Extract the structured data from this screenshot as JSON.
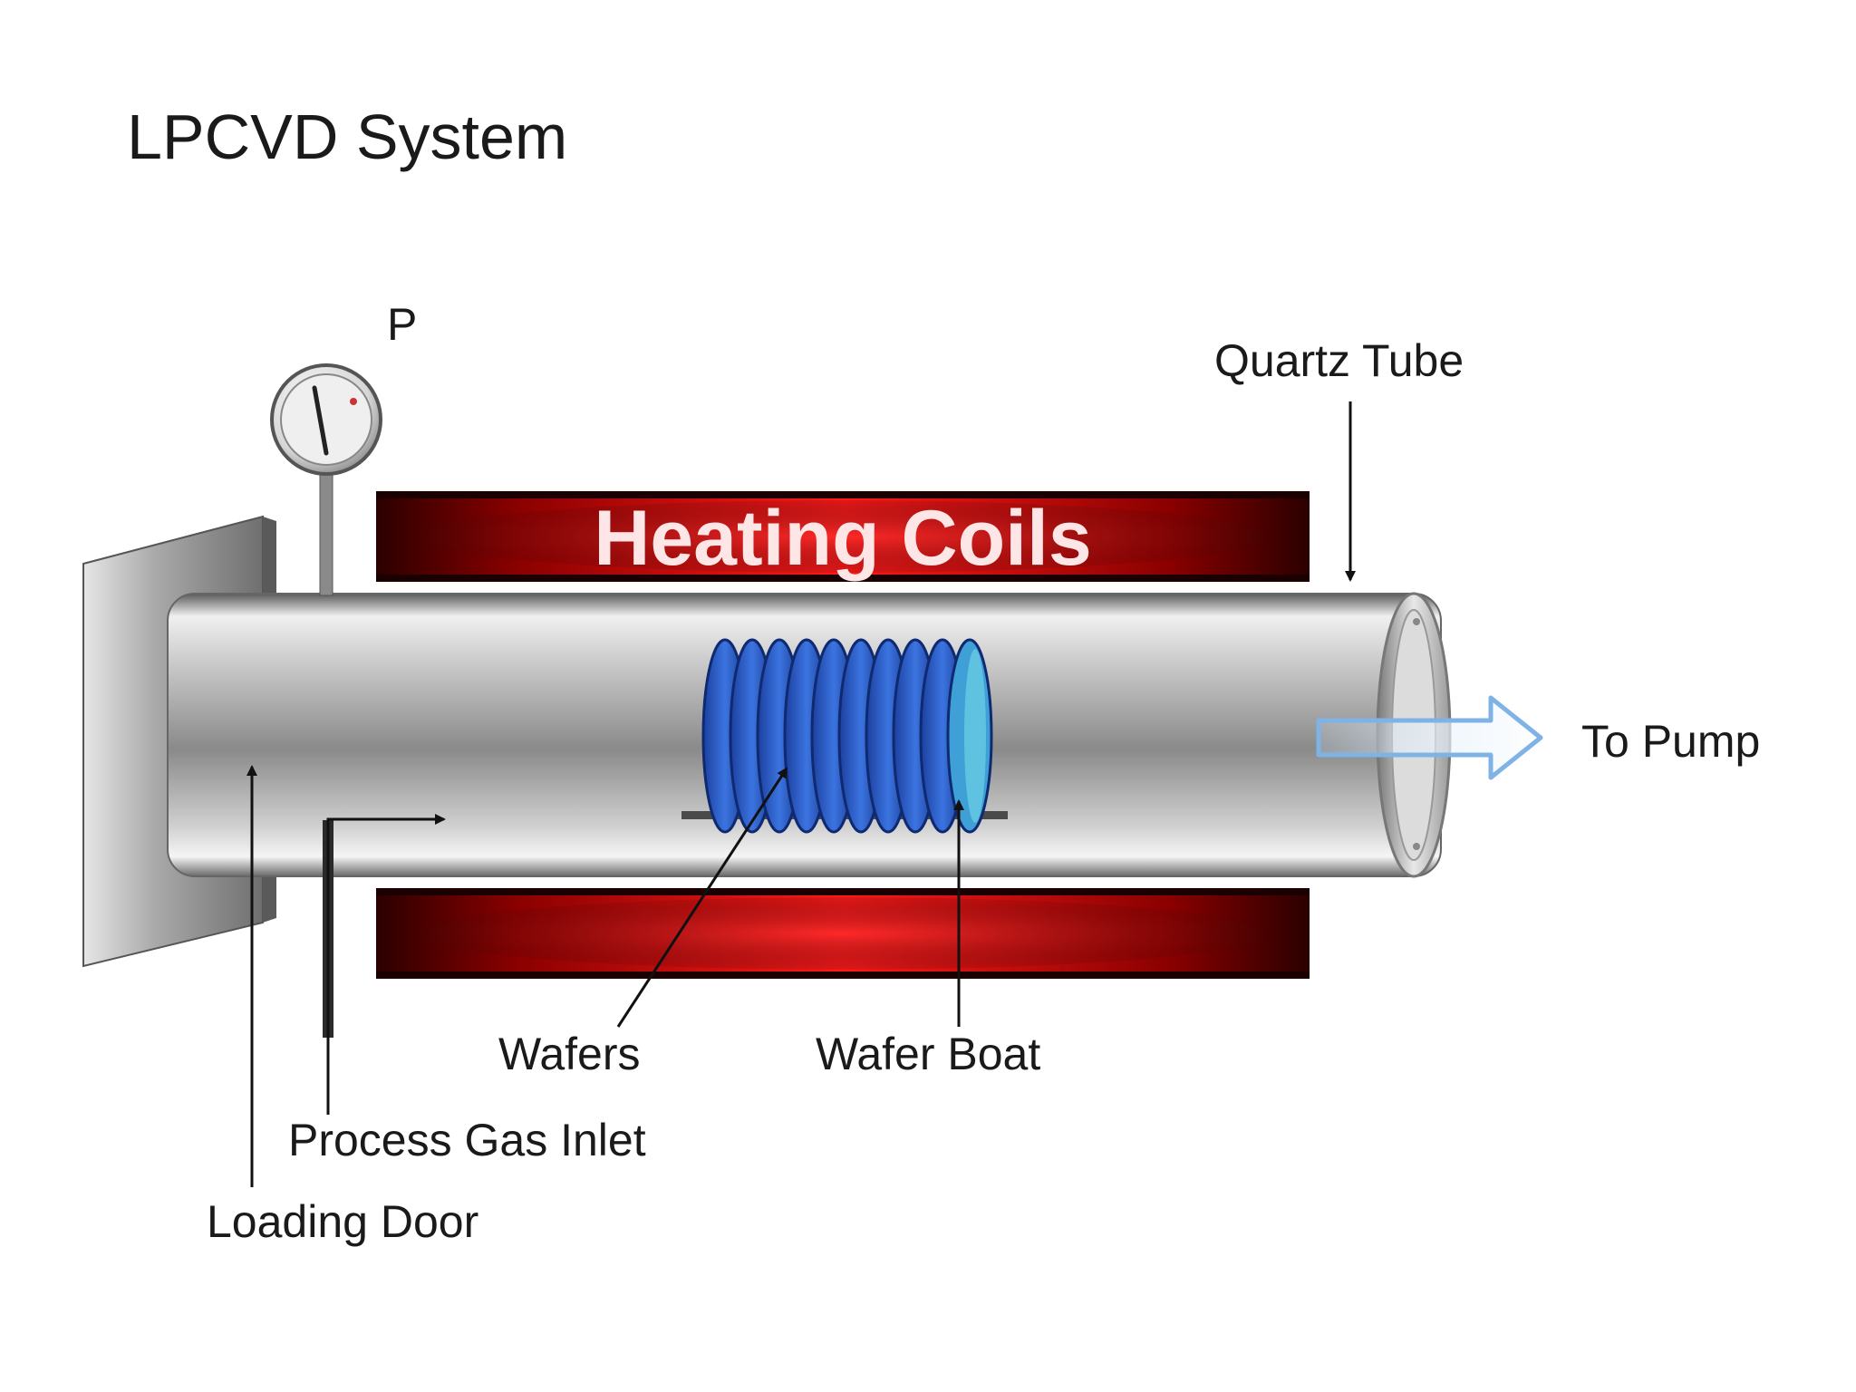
{
  "diagram": {
    "title": "LPCVD System",
    "gauge_label": "P",
    "labels": {
      "heating_coils": "Heating Coils",
      "quartz_tube": "Quartz Tube",
      "to_pump": "To Pump",
      "wafers": "Wafers",
      "wafer_boat": "Wafer Boat",
      "process_gas_inlet": "Process Gas Inlet",
      "loading_door": "Loading Door"
    },
    "colors": {
      "coil_red": "#e00000",
      "coil_dark": "#3a0000",
      "tube_gray": "#8c8c8c",
      "wafer_blue": "#2f5fd0",
      "pump_arrow": "#7fb3e6"
    }
  }
}
